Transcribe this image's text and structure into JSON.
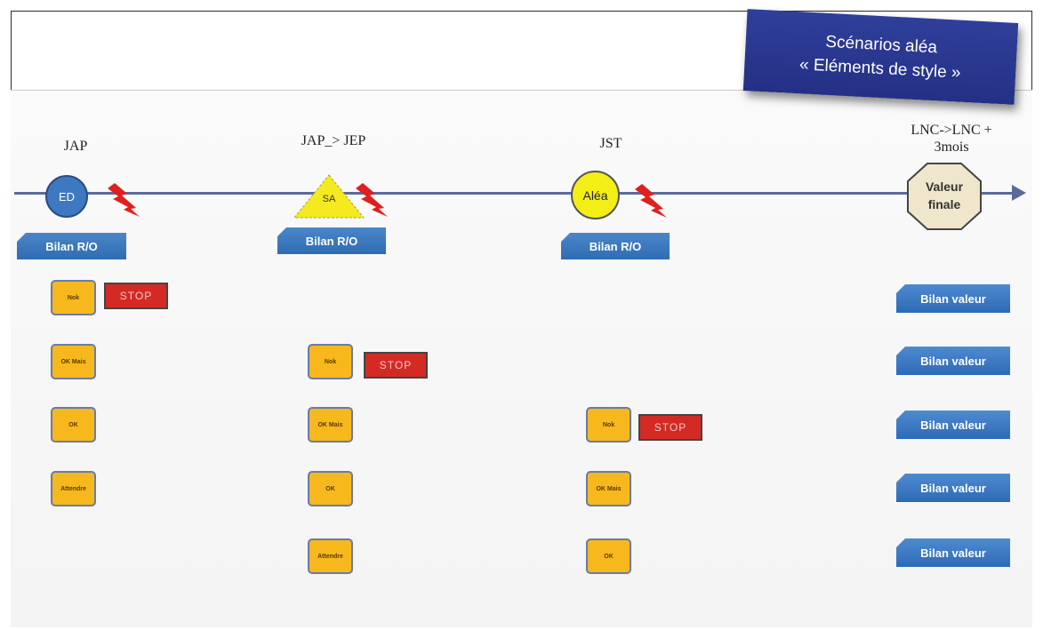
{
  "banner": {
    "line1": "Scénarios aléa",
    "line2": "« Eléments de style »"
  },
  "stages": [
    {
      "label": "JAP",
      "node": "ED",
      "bilan": "Bilan R/O"
    },
    {
      "label": "JAP_> JEP",
      "node": "SA",
      "bilan": "Bilan R/O"
    },
    {
      "label": "JST",
      "node": "Aléa",
      "bilan": "Bilan R/O"
    },
    {
      "label_line1": "LNC->LNC +",
      "label_line2": "3mois",
      "node_line1": "Valeur",
      "node_line2": "finale"
    }
  ],
  "columns": {
    "col1": [
      "Nok",
      "OK Mais",
      "OK",
      "Attendre"
    ],
    "col2": [
      "Nok",
      "OK Mais",
      "OK",
      "Attendre"
    ],
    "col3": [
      "Nok",
      "OK Mais",
      "OK"
    ]
  },
  "stop_label": "STOP",
  "bilan_valeur": [
    "Bilan valeur",
    "Bilan valeur",
    "Bilan valeur",
    "Bilan valeur",
    "Bilan valeur"
  ],
  "colors": {
    "timeline": "#5a6b99",
    "status_fill": "#f6b81c",
    "stop_fill": "#d42a24",
    "bilan_fill": "#2f6cb3",
    "banner_fill": "#243085"
  }
}
